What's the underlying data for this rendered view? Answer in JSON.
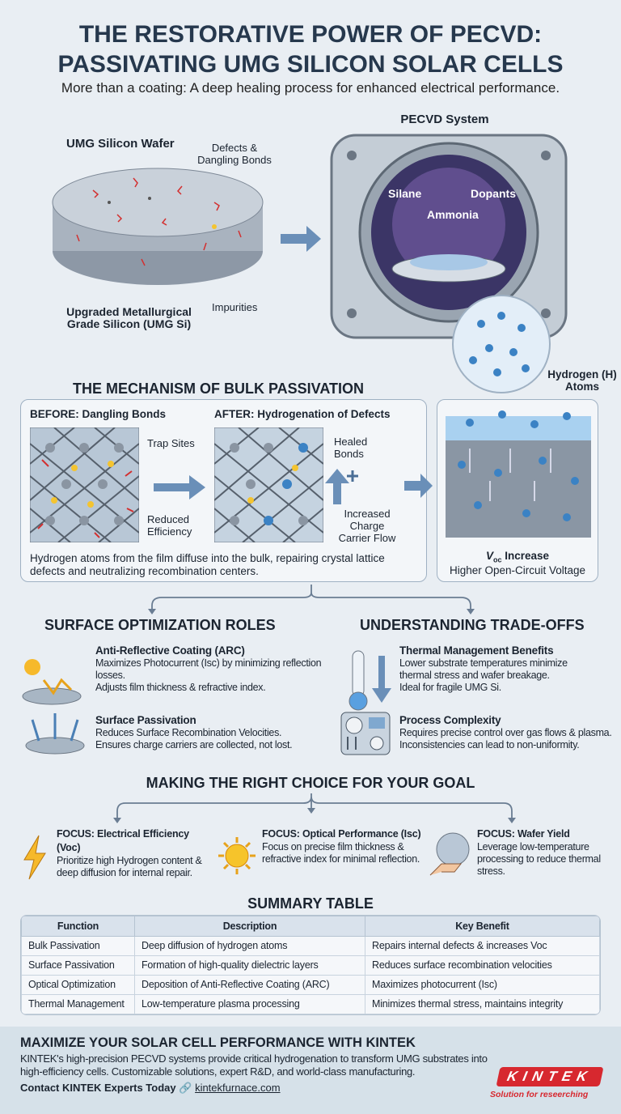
{
  "header": {
    "title_line1": "THE RESTORATIVE POWER OF PECVD:",
    "title_line2": "PASSIVATING UMG SILICON SOLAR CELLS",
    "subtitle": "More than a coating: A deep healing process for enhanced electrical performance."
  },
  "wafer": {
    "title": "UMG Silicon Wafer",
    "defects": "Defects & Dangling Bonds",
    "impurities": "Impurities",
    "grade": "Upgraded Metallurgical Grade Silicon (UMG Si)"
  },
  "pecvd": {
    "title": "PECVD System",
    "gases": [
      "Silane",
      "Dopants",
      "Ammonia"
    ]
  },
  "mechanism": {
    "heading": "THE MECHANISM OF BULK PASSIVATION",
    "before_title": "BEFORE: Dangling Bonds",
    "after_title": "AFTER: Hydrogenation of Defects",
    "trap": "Trap Sites",
    "reduced": "Reduced Efficiency",
    "healed": "Healed Bonds",
    "increased": "Increased Charge Carrier Flow",
    "caption": "Hydrogen atoms from the film diffuse into the bulk, repairing crystal lattice defects and neutralizing recombination centers.",
    "hydrogen": "Hydrogen (H) Atoms",
    "voc_v": "V",
    "voc_sub": "oc",
    "voc_rest": " Increase",
    "voc_desc": "Higher Open-Circuit Voltage"
  },
  "surface": {
    "heading": "SURFACE OPTIMIZATION ROLES",
    "items": [
      {
        "title": "Anti-Reflective Coating (ARC)",
        "desc": "Maximizes Photocurrent (Isc) by minimizing reflection losses.",
        "desc2": "Adjusts film thickness & refractive index.",
        "icon": "sun-reflection-icon"
      },
      {
        "title": "Surface Passivation",
        "desc": "Reduces Surface Recombination Velocities.",
        "desc2": "Ensures charge carriers are collected, not lost.",
        "icon": "wafer-arrows-icon"
      }
    ]
  },
  "tradeoffs": {
    "heading": "UNDERSTANDING TRADE-OFFS",
    "items": [
      {
        "title": "Thermal Management Benefits",
        "desc": "Lower substrate temperatures minimize thermal stress and wafer breakage.",
        "desc2": "Ideal for fragile UMG Si.",
        "icon": "thermometer-icon"
      },
      {
        "title": "Process Complexity",
        "desc": "Requires precise control over gas flows & plasma.",
        "desc2": "Inconsistencies can lead to non-uniformity.",
        "icon": "control-panel-icon"
      }
    ]
  },
  "choice": {
    "heading": "MAKING THE RIGHT CHOICE FOR YOUR GOAL",
    "items": [
      {
        "title": "FOCUS: Electrical Efficiency (Voc)",
        "desc": "Prioritize high Hydrogen content & deep diffusion for internal repair.",
        "icon": "lightning-icon"
      },
      {
        "title": "FOCUS: Optical Performance (Isc)",
        "desc": "Focus on precise film thickness & refractive index for minimal reflection.",
        "icon": "sun-icon"
      },
      {
        "title": "FOCUS: Wafer Yield",
        "desc": "Leverage low-temperature processing to reduce thermal stress.",
        "icon": "hand-wafer-icon"
      }
    ]
  },
  "summary": {
    "heading": "SUMMARY TABLE",
    "columns": [
      "Function",
      "Description",
      "Key Benefit"
    ],
    "rows": [
      [
        "Bulk Passivation",
        "Deep diffusion of hydrogen atoms",
        "Repairs internal defects & increases Voc"
      ],
      [
        "Surface Passivation",
        "Formation of high-quality dielectric layers",
        "Reduces surface recombination velocities"
      ],
      [
        "Optical Optimization",
        "Deposition of Anti-Reflective Coating (ARC)",
        "Maximizes photocurrent (Isc)"
      ],
      [
        "Thermal Management",
        "Low-temperature plasma processing",
        "Minimizes thermal stress, maintains integrity"
      ]
    ]
  },
  "footer": {
    "heading": "MAXIMIZE YOUR SOLAR CELL PERFORMANCE WITH KINTEK",
    "body": "KINTEK's high-precision PECVD systems provide critical hydrogenation to transform UMG substrates into high-efficiency cells. Customizable solutions, expert R&D, and world-class manufacturing.",
    "contact": "Contact KINTEK Experts Today",
    "link": "kintekfurnace.com",
    "logo": "KINTEK",
    "tagline": "Solution for reseerching",
    "brand_color": "#d7282f"
  }
}
